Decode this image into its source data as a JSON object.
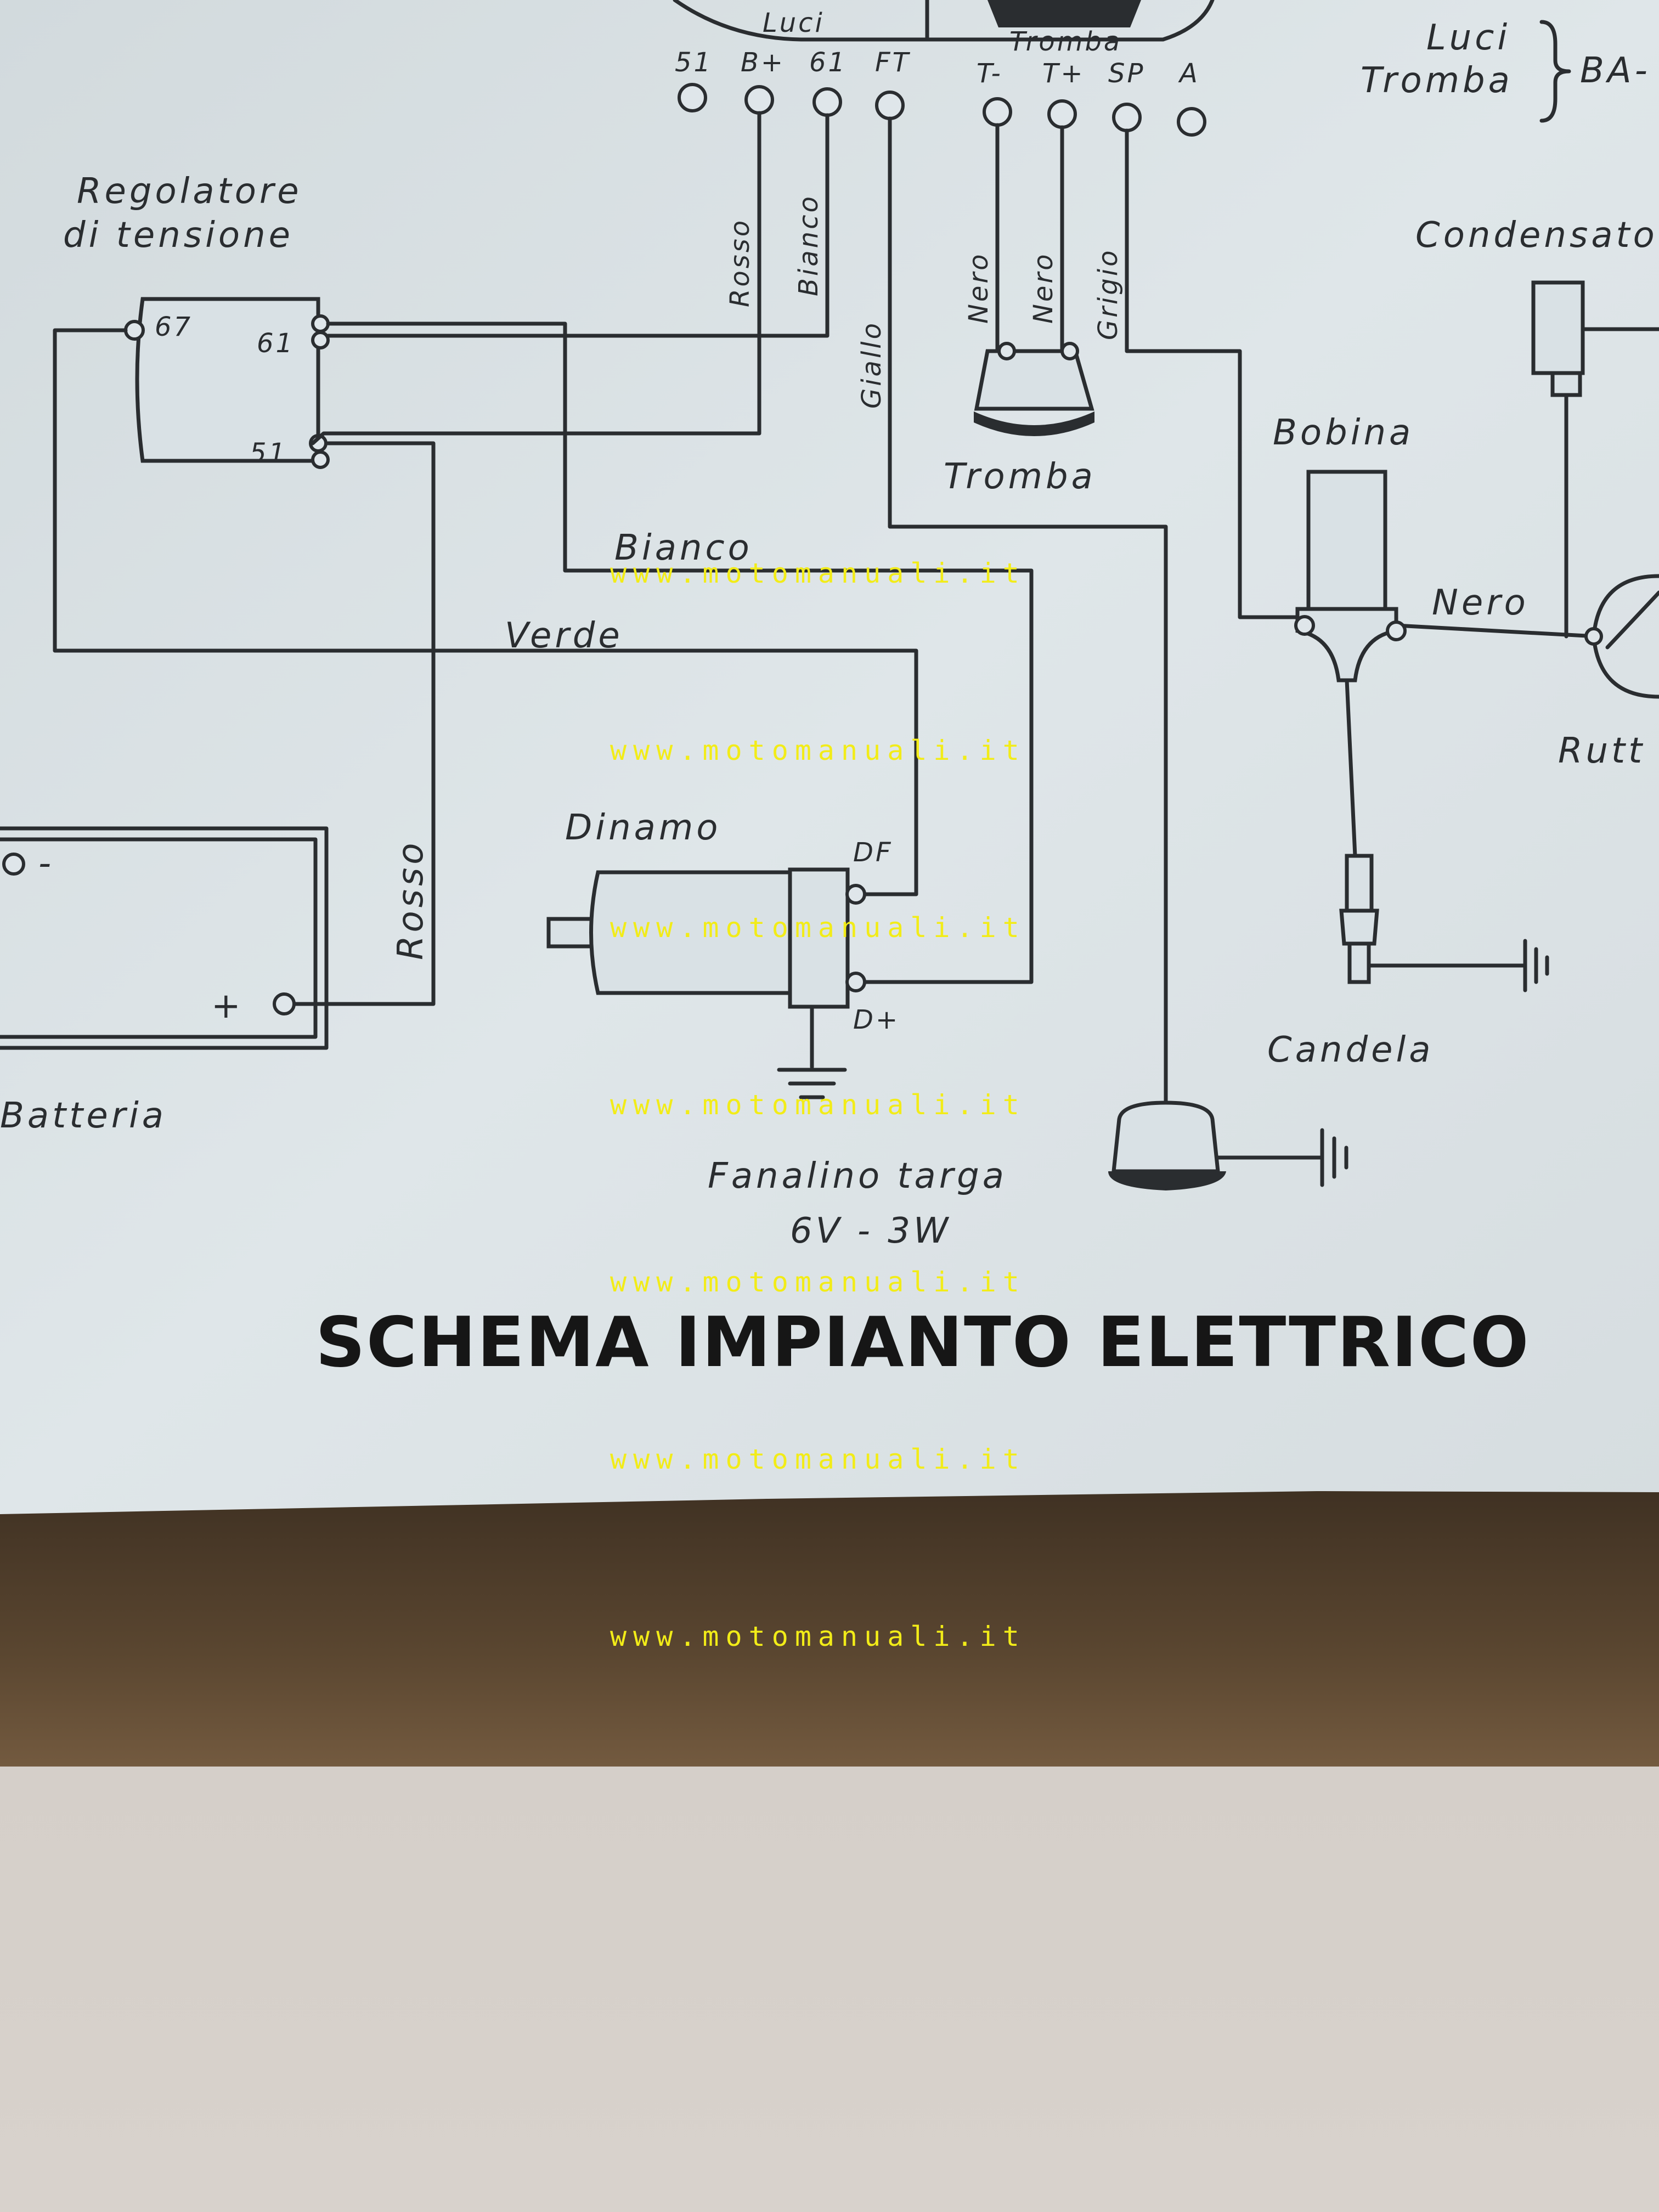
{
  "diagram": {
    "title": "SCHEMA IMPIANTO ELETTRICO",
    "top_labels": {
      "luci": "Luci",
      "tromba": "Tromba"
    },
    "legend": {
      "luci": "Luci",
      "tromba": "Tromba",
      "partial_code": "BA-"
    },
    "terminals": [
      {
        "label": "51"
      },
      {
        "label": "B+"
      },
      {
        "label": "61"
      },
      {
        "label": "FT"
      },
      {
        "label": "T-"
      },
      {
        "label": "T+"
      },
      {
        "label": "SP"
      },
      {
        "label": "A"
      }
    ],
    "components": {
      "regolatore": {
        "line1": "Regolatore",
        "line2": "di tensione",
        "pins": [
          "67",
          "61",
          "51"
        ]
      },
      "tromba": "Tromba",
      "bobina": "Bobina",
      "condensatore": "Condensato",
      "ruttore": "Rutt",
      "candela": "Candela",
      "dinamo": {
        "label": "Dinamo",
        "pin_df": "DF",
        "pin_dplus": "D+"
      },
      "batteria": {
        "label": "Batteria",
        "minus": "-",
        "plus": "+"
      },
      "fanalino": {
        "line1": "Fanalino targa",
        "line2": "6V - 3W"
      }
    },
    "wire_colors": {
      "rosso_top": "Rosso",
      "bianco_top": "Bianco",
      "giallo": "Giallo",
      "nero_1": "Nero",
      "nero_2": "Nero",
      "grigio": "Grigio",
      "bianco_mid": "Bianco",
      "verde": "Verde",
      "rosso_batt": "Rosso",
      "nero_bobina": "Nero"
    }
  },
  "watermarks": [
    "www.motomanuali.it",
    "www.motomanuali.it",
    "www.motomanuali.it",
    "www.motomanuali.it",
    "www.motomanuali.it",
    "www.motomanuali.it",
    "www.motomanuali.it"
  ]
}
